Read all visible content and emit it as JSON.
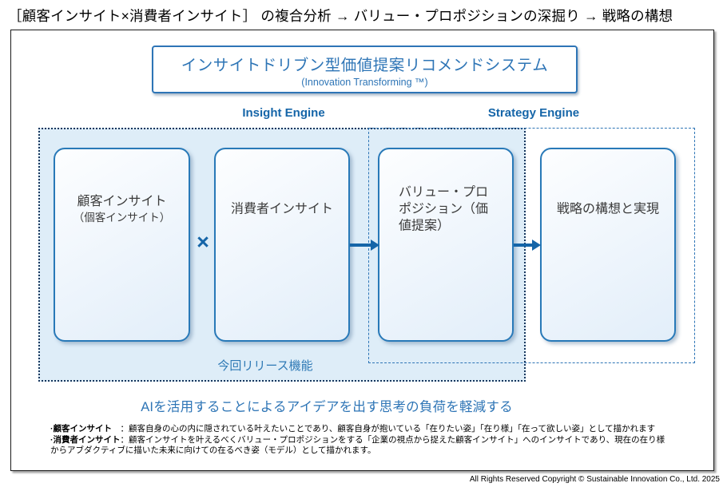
{
  "page": {
    "top_title": "［顧客インサイト×消費者インサイト］ の複合分析 → バリュー・プロポジションの深掘り → 戦略の構想",
    "copyright": "All Rights Reserved Copyright © Sustainable Innovation Co., Ltd. 2025"
  },
  "header_box": {
    "title": "インサイトドリブン型価値提案リコメンドシステム",
    "subtitle": "(Innovation Transforming ™)"
  },
  "engines": {
    "insight_label": "Insight Engine",
    "strategy_label": "Strategy Engine"
  },
  "flow": {
    "boxes": [
      {
        "id": "customer-insight",
        "line1": "顧客インサイト",
        "line2": "（個客インサイト）"
      },
      {
        "id": "consumer-insight",
        "line1": "消費者インサイト"
      },
      {
        "id": "value-proposition",
        "line1": "バリュー・プロポジション（価値提案）"
      },
      {
        "id": "strategy-realization",
        "line1": "戦略の構想と実現"
      }
    ],
    "multiply_symbol": "×",
    "release_label": "今回リリース機能"
  },
  "message": "AIを活用することによるアイデアを出す思考の負荷を軽減する",
  "footnotes": [
    {
      "term": "·顧客インサイト",
      "separator": "　：",
      "text": "顧客自身の心の内に隠されている叶えたいことであり、顧客自身が抱いている「在りたい姿」「在り様」「在って欲しい姿」として描かれます"
    },
    {
      "term": "·消費者インサイト",
      "separator": "：",
      "text": "顧客インサイトを叶えるべくバリュー・プロポジションをする「企業の視点から捉えた顧客インサイト」へのインサイトであり、現在の在り様"
    },
    {
      "term": "",
      "separator": "",
      "text": "からアブダクティブに描いた未来に向けての在るべき姿（モデル）として描かれます。"
    }
  ],
  "colors": {
    "accent_blue": "#2E75B6",
    "engine_label_blue": "#1565A8",
    "dotted_border_navy": "#17365D",
    "container_fill": "#DEEDF8",
    "box_border": "#2879B8",
    "frame_black": "#1a1a1a"
  }
}
